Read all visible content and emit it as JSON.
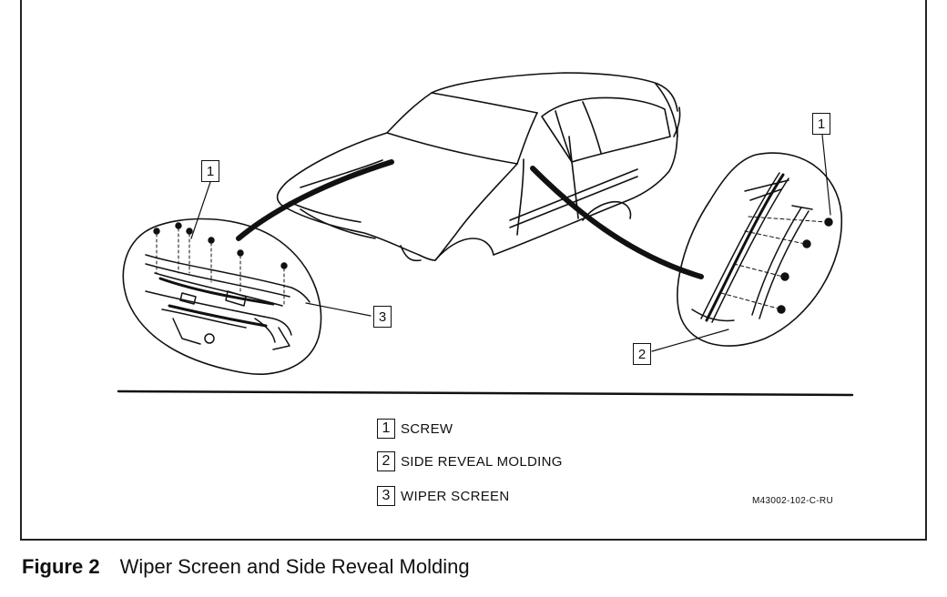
{
  "callouts": [
    {
      "id": "callout-1-left",
      "number": "1"
    },
    {
      "id": "callout-3",
      "number": "3"
    },
    {
      "id": "callout-1-right",
      "number": "1"
    },
    {
      "id": "callout-2",
      "number": "2"
    }
  ],
  "legend": [
    {
      "number": "1",
      "label": "SCREW"
    },
    {
      "number": "2",
      "label": "SIDE REVEAL MOLDING"
    },
    {
      "number": "3",
      "label": "WIPER SCREEN"
    }
  ],
  "reference_code": "M43002-102-C-RU",
  "caption": {
    "number": "Figure 2",
    "title": "Wiper Screen and Side Reveal Molding"
  }
}
